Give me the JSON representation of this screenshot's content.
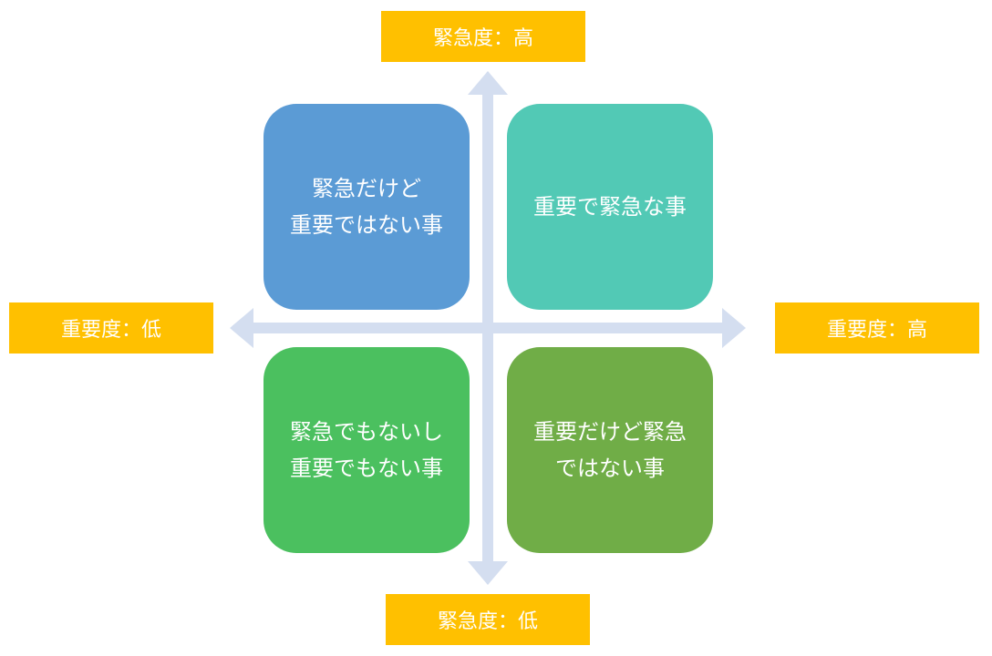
{
  "colors": {
    "label_bg": "#FFC000",
    "axis": "#D4DEF0",
    "top_left": "#5B9BD5",
    "top_right": "#52C9B5",
    "bottom_left": "#4BC05F",
    "bottom_right": "#70AD47",
    "text": "#FFFFFF"
  },
  "axes": {
    "top": "緊急度：高",
    "bottom": "緊急度：低",
    "left": "重要度：低",
    "right": "重要度：高"
  },
  "quadrants": {
    "top_left": {
      "line1": "緊急だけど",
      "line2": "重要ではない事"
    },
    "top_right": {
      "line1": "重要で緊急な事"
    },
    "bottom_left": {
      "line1": "緊急でもないし",
      "line2": "重要でもない事"
    },
    "bottom_right": {
      "line1": "重要だけど緊急",
      "line2": "ではない事"
    }
  }
}
